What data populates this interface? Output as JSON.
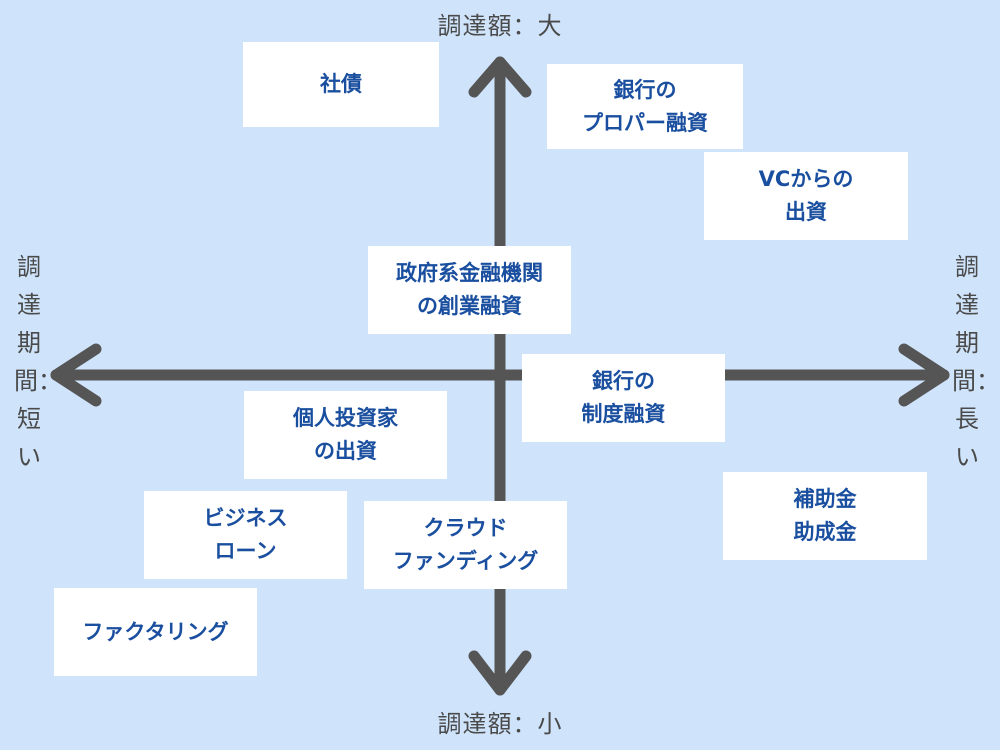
{
  "axes": {
    "top": "調達額：大",
    "bottom": "調達額：小",
    "left": "調達期間：短い",
    "right": "調達期間：長い"
  },
  "colors": {
    "background": "#cfe4fb",
    "arrow": "#555555",
    "box_text": "#1a4fa0",
    "axis_text": "#4a4a4a"
  },
  "items": [
    {
      "id": "bond",
      "label": "社債"
    },
    {
      "id": "bank-proper-loan",
      "label": "銀行の\nプロパー融資"
    },
    {
      "id": "vc-investment",
      "label": "VCからの\n出資"
    },
    {
      "id": "gov-startup-loan",
      "label": "政府系金融機関\nの創業融資"
    },
    {
      "id": "bank-system-loan",
      "label": "銀行の\n制度融資"
    },
    {
      "id": "angel-investment",
      "label": "個人投資家\nの出資"
    },
    {
      "id": "business-loan",
      "label": "ビジネス\nローン"
    },
    {
      "id": "crowdfunding",
      "label": "クラウド\nファンディング"
    },
    {
      "id": "subsidy",
      "label": "補助金\n助成金"
    },
    {
      "id": "factoring",
      "label": "ファクタリング"
    }
  ]
}
